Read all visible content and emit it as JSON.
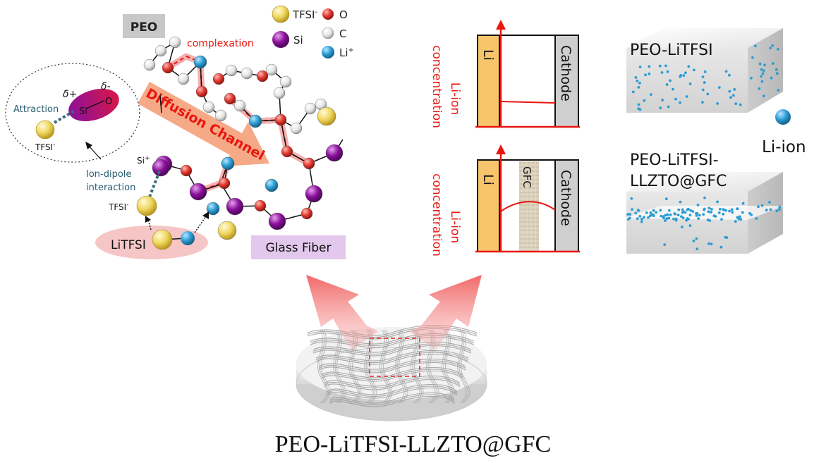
{
  "legend": {
    "tfsi": "TFSI",
    "tfsi_sup": "-",
    "si": "Si",
    "o": "O",
    "c": "C",
    "li": "Li",
    "li_sup": "+"
  },
  "molecular": {
    "peo": "PEO",
    "complexation": "complexation",
    "diffusion_channel": "Diffusion Channel",
    "glass_fiber": "Glass Fiber",
    "litfsi": "LiTFSI",
    "attraction": "Attraction",
    "delta_plus": "δ+",
    "delta_minus": "δ-",
    "si_label": "Si",
    "o_label": "O",
    "tfsi_label": "TFSI",
    "tfsi_sup": "-",
    "ion_dipole_1": "Ion-dipole",
    "ion_dipole_2": "interaction",
    "si_plus": "Si",
    "si_plus_sup": "+"
  },
  "profiles": [
    {
      "ylabel_1": "Li-ion",
      "ylabel_2": "concentration",
      "anode": "Li",
      "cathode": "Cathode",
      "middle": ""
    },
    {
      "ylabel_1": "Li-ion",
      "ylabel_2": "concentration",
      "anode": "Li",
      "cathode": "Cathode",
      "middle": "GFC"
    }
  ],
  "materials": {
    "top": "PEO-LiTFSI",
    "bottom_1": "PEO-LiTFSI-",
    "bottom_2": "LLZTO@GFC",
    "li_ion": "Li-ion"
  },
  "bottom_title": "PEO-LiTFSI-LLZTO@GFC",
  "colors": {
    "red": "#e8170f",
    "tfsi_yellow": "#f0d860",
    "si_purple": "#8a109a",
    "o_red": "#e03a30",
    "c_white": "#e6e6e6",
    "li_blue": "#2c9cd4",
    "arrow_salmon": "#f4a27c",
    "li_panel": "#f8c46c",
    "cathode_panel": "#cfcfcf",
    "gfc_panel": "#d8cdb8",
    "glass_fiber_bg": "#e2c8ec",
    "peo_bg": "#c8c8c8",
    "litfsi_bg": "#f6c6c6"
  }
}
